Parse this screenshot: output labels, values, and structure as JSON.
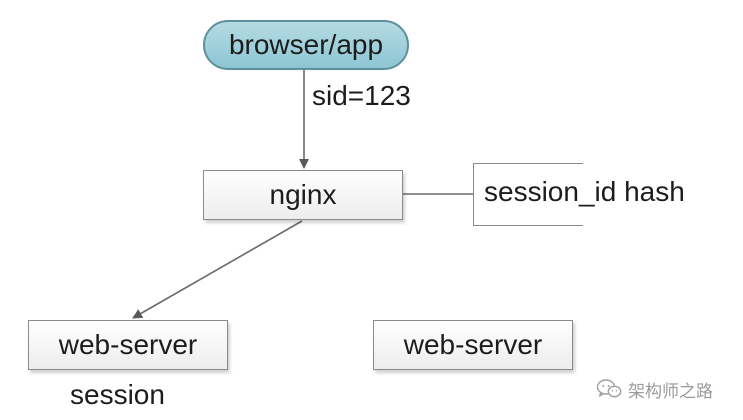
{
  "diagram": {
    "nodes": {
      "client": {
        "label": "browser/app",
        "shape": "rounded-terminal",
        "fill": "#9fd0dc"
      },
      "proxy": {
        "label": "nginx",
        "shape": "box"
      },
      "server_left": {
        "label": "web-server",
        "shape": "box"
      },
      "server_right": {
        "label": "web-server",
        "shape": "box"
      }
    },
    "edges": {
      "client_to_proxy": {
        "label": "sid=123",
        "arrow": true
      },
      "proxy_to_server_left": {
        "arrow": true
      },
      "proxy_to_annotation": {
        "arrow": false
      }
    },
    "annotation": {
      "text": "session_id hash"
    },
    "server_left_caption": "session"
  },
  "watermark": {
    "text": "架构师之路",
    "icon": "wechat-icon",
    "color": "#9a9a9a"
  },
  "colors": {
    "line": "#6a6a6a",
    "terminal_border": "#5e8f9d",
    "box_border": "#8a8a8a"
  }
}
